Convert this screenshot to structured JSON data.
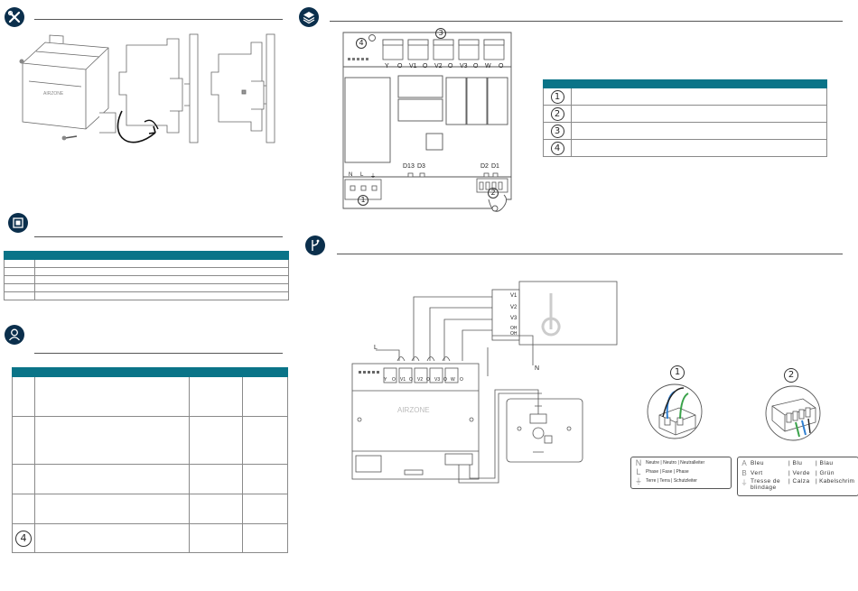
{
  "board": {
    "callouts": [
      "1",
      "2",
      "3",
      "4"
    ],
    "terminals_top": [
      "Y",
      "O",
      "V1",
      "O",
      "V2",
      "O",
      "V3",
      "O",
      "W",
      "O"
    ],
    "terminals_power": [
      "N",
      "L",
      "⏚"
    ],
    "digital_inputs": [
      "D13",
      "D3",
      "D2",
      "D1"
    ]
  },
  "components_table": {
    "rows": [
      {
        "num": "1"
      },
      {
        "num": "2"
      },
      {
        "num": "3"
      },
      {
        "num": "4"
      }
    ]
  },
  "wiring": {
    "unit_terminals": [
      "V1",
      "V2",
      "V3",
      "OH",
      "OH"
    ],
    "line_label": "L",
    "neutral_label": "N",
    "terminals_small": [
      "Y",
      "O",
      "V1",
      "O",
      "V2",
      "O",
      "V3",
      "O",
      "W",
      "O"
    ],
    "detail_numbers": [
      "1",
      "2"
    ]
  },
  "legend_power": [
    {
      "symbol": "N",
      "text": "Neutre | Neutro | Neutralleiter"
    },
    {
      "symbol": "L",
      "text": "Phase | Fase | Phase"
    },
    {
      "symbol": "⏚",
      "text": "Terre | Terra | Schutzleiter"
    }
  ],
  "legend_bus": [
    {
      "symbol": "A",
      "c1": "Bleu",
      "c2": "| Blu",
      "c3": "| Blau"
    },
    {
      "symbol": "B",
      "c1": "Vert",
      "c2": "| Verde",
      "c3": "| Grün"
    },
    {
      "symbol": "⏚",
      "c1": "Tresse de blindage",
      "c2": "| Calza",
      "c3": "| Kabelschrim"
    }
  ],
  "support_table": {
    "last_num": "4"
  },
  "colors": {
    "teal": "#0a7488",
    "navy": "#0b2f4c",
    "wire_blue": "#2f7fd1",
    "wire_green": "#3aa24a"
  }
}
